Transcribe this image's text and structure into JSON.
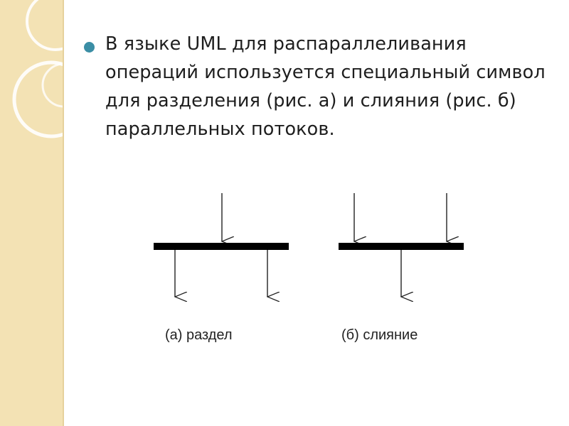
{
  "slide": {
    "bullet_text": "В языке UML для распараллеливания операций используется специальный символ для разделения (рис. а) и слияния (рис. б) параллельных потоков.",
    "bullet_color": "#3b8ea5"
  },
  "diagram": {
    "fork": {
      "caption": "(а) раздел",
      "incoming_arrows": 1,
      "outgoing_arrows": 2
    },
    "join": {
      "caption": "(б) слияние",
      "incoming_arrows": 2,
      "outgoing_arrows": 1
    }
  },
  "colors": {
    "side_panel": "#f3e2b4",
    "bar": "#000000"
  }
}
